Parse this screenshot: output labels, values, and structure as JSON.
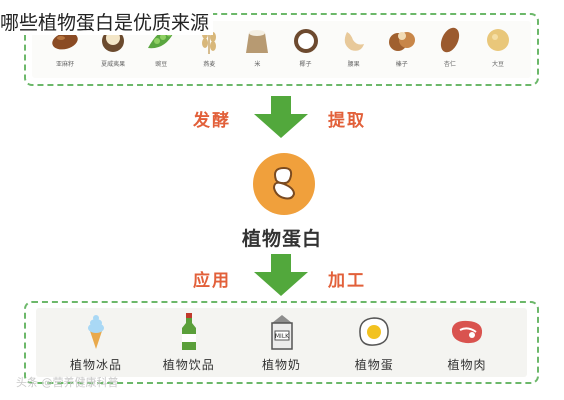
{
  "title": "哪些植物蛋白是优质来源",
  "sources": [
    {
      "label": "亚麻籽",
      "icon": "flaxseed-icon"
    },
    {
      "label": "夏威夷果",
      "icon": "macadamia-icon"
    },
    {
      "label": "豌豆",
      "icon": "pea-pod-icon"
    },
    {
      "label": "燕麦",
      "icon": "oat-icon"
    },
    {
      "label": "米",
      "icon": "rice-icon"
    },
    {
      "label": "椰子",
      "icon": "coconut-icon"
    },
    {
      "label": "腰果",
      "icon": "cashew-icon"
    },
    {
      "label": "榛子",
      "icon": "hazelnut-icon"
    },
    {
      "label": "杏仁",
      "icon": "almond-icon"
    },
    {
      "label": "大豆",
      "icon": "soybean-icon"
    }
  ],
  "steps": {
    "left_top": "发酵",
    "right_top": "提取",
    "left_bottom": "应用",
    "right_bottom": "加工"
  },
  "center": {
    "label": "植物蛋白",
    "icon": "bean-icon"
  },
  "applications": [
    {
      "label": "植物冰品",
      "icon": "ice-cream-icon"
    },
    {
      "label": "植物饮品",
      "icon": "bottle-icon"
    },
    {
      "label": "植物奶",
      "icon": "milk-carton-icon"
    },
    {
      "label": "植物蛋",
      "icon": "fried-egg-icon"
    },
    {
      "label": "植物肉",
      "icon": "steak-icon"
    }
  ],
  "watermark": "头条 @营养健康科普"
}
